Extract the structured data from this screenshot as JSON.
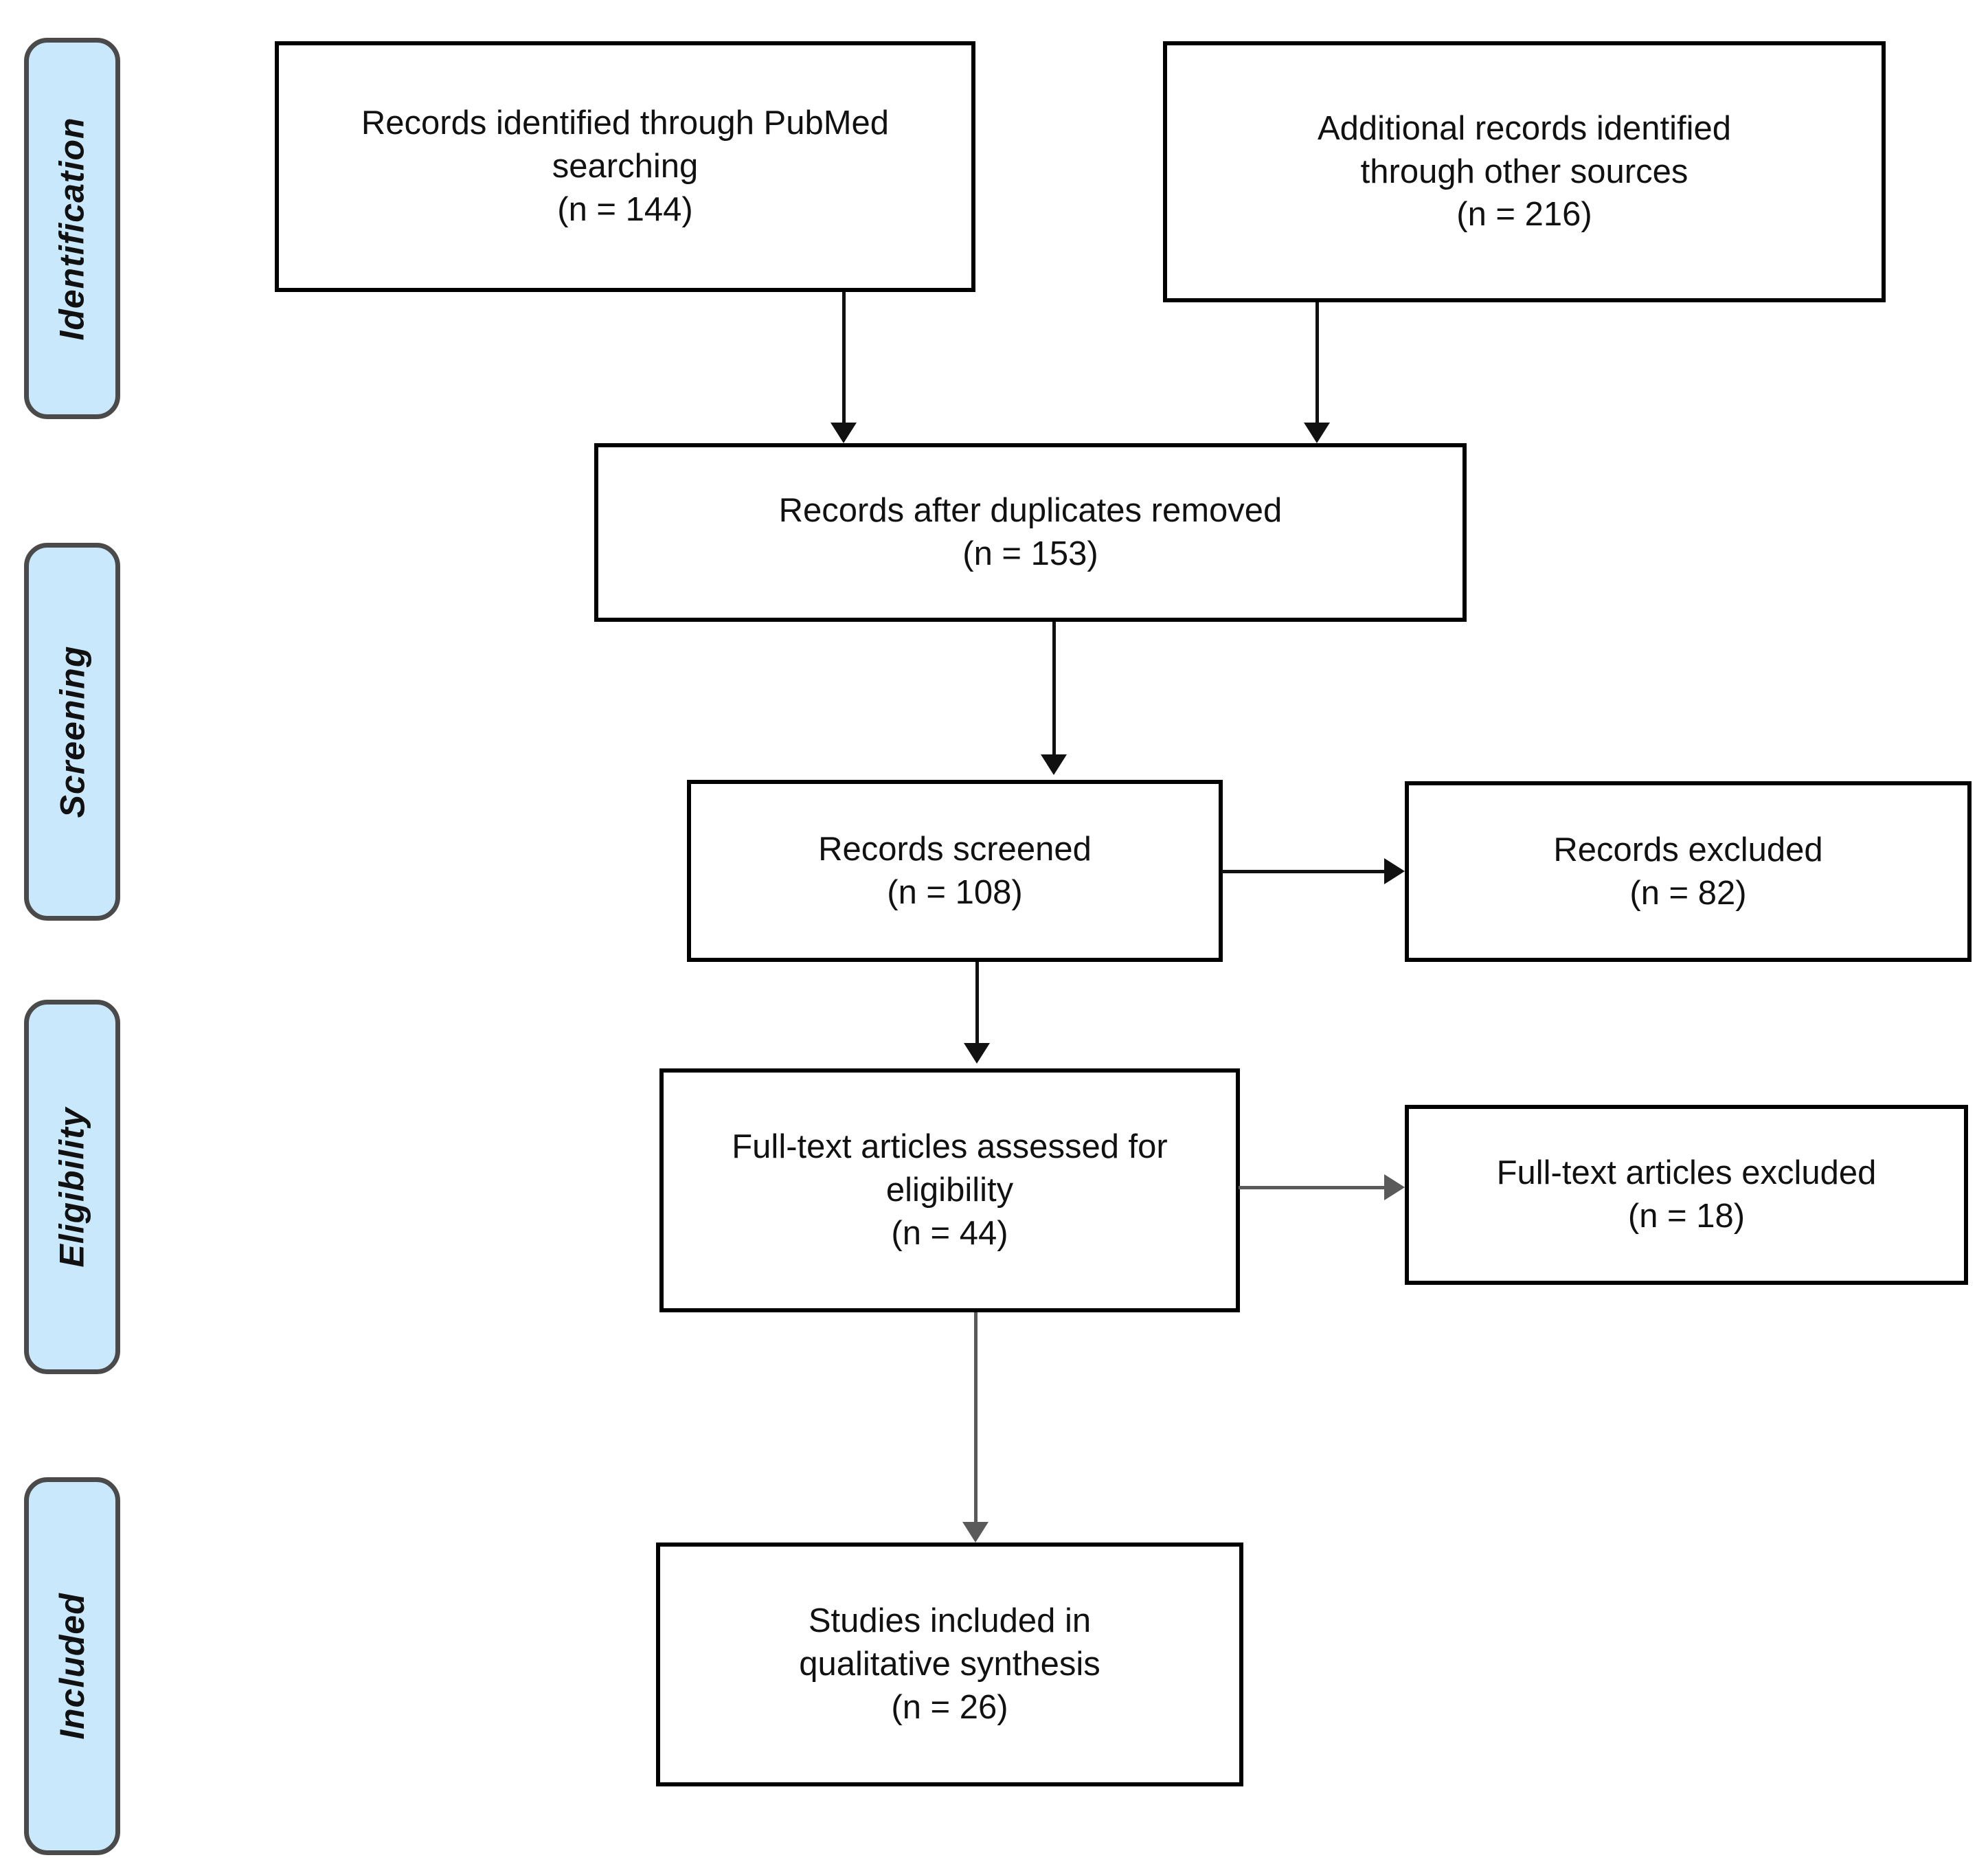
{
  "diagram": {
    "type": "prisma-flow-diagram",
    "colors": {
      "stage_pill_fill": "#c9e8fb",
      "stage_pill_border": "#4a4a4a",
      "box_border": "#000000",
      "box_fill": "#ffffff",
      "text": "#111111",
      "connector": "#111111",
      "connector_grey": "#5a5a5a"
    }
  },
  "stages": [
    {
      "id": "identification",
      "label": "Identification"
    },
    {
      "id": "screening",
      "label": "Screening"
    },
    {
      "id": "eligibility",
      "label": "Eligibility"
    },
    {
      "id": "included",
      "label": "Included"
    }
  ],
  "boxes": {
    "pubmed_records": {
      "line1": "Records identified through PubMed",
      "line2": "searching",
      "line3": "(n = 144)",
      "count": 144
    },
    "other_records": {
      "line1": "Additional records identified",
      "line2": "through other sources",
      "line3": "(n = 216)",
      "count": 216
    },
    "duplicates_removed": {
      "line1": "Records after duplicates removed",
      "line2": "(n = 153)",
      "count": 153
    },
    "records_screened": {
      "line1": "Records screened",
      "line2": "(n = 108)",
      "count": 108
    },
    "records_excluded": {
      "line1": "Records excluded",
      "line2": "(n = 82)",
      "count": 82
    },
    "fulltext_assessed": {
      "line1": "Full-text articles assessed for",
      "line2": "eligibility",
      "line3": "(n = 44)",
      "count": 44
    },
    "fulltext_excluded": {
      "line1": "Full-text articles excluded",
      "line2": "(n = 18)",
      "count": 18
    },
    "studies_included": {
      "line1": "Studies included in",
      "line2": "qualitative synthesis",
      "line3": "(n = 26)",
      "count": 26
    }
  },
  "chart_data": {
    "type": "diagram",
    "title": "PRISMA flow diagram",
    "nodes": [
      {
        "id": "pubmed_records",
        "stage": "Identification",
        "label": "Records identified through PubMed searching",
        "n": 144
      },
      {
        "id": "other_records",
        "stage": "Identification",
        "label": "Additional records identified through other sources",
        "n": 216
      },
      {
        "id": "duplicates_removed",
        "stage": "Screening",
        "label": "Records after duplicates removed",
        "n": 153
      },
      {
        "id": "records_screened",
        "stage": "Screening",
        "label": "Records screened",
        "n": 108
      },
      {
        "id": "records_excluded",
        "stage": "Screening",
        "label": "Records excluded",
        "n": 82
      },
      {
        "id": "fulltext_assessed",
        "stage": "Eligibility",
        "label": "Full-text articles assessed for eligibility",
        "n": 44
      },
      {
        "id": "fulltext_excluded",
        "stage": "Eligibility",
        "label": "Full-text articles excluded",
        "n": 18
      },
      {
        "id": "studies_included",
        "stage": "Included",
        "label": "Studies included in qualitative synthesis",
        "n": 26
      }
    ],
    "edges": [
      {
        "from": "pubmed_records",
        "to": "duplicates_removed",
        "direction": "down"
      },
      {
        "from": "other_records",
        "to": "duplicates_removed",
        "direction": "down"
      },
      {
        "from": "duplicates_removed",
        "to": "records_screened",
        "direction": "down"
      },
      {
        "from": "records_screened",
        "to": "records_excluded",
        "direction": "right"
      },
      {
        "from": "records_screened",
        "to": "fulltext_assessed",
        "direction": "down"
      },
      {
        "from": "fulltext_assessed",
        "to": "fulltext_excluded",
        "direction": "right"
      },
      {
        "from": "fulltext_assessed",
        "to": "studies_included",
        "direction": "down"
      }
    ]
  }
}
